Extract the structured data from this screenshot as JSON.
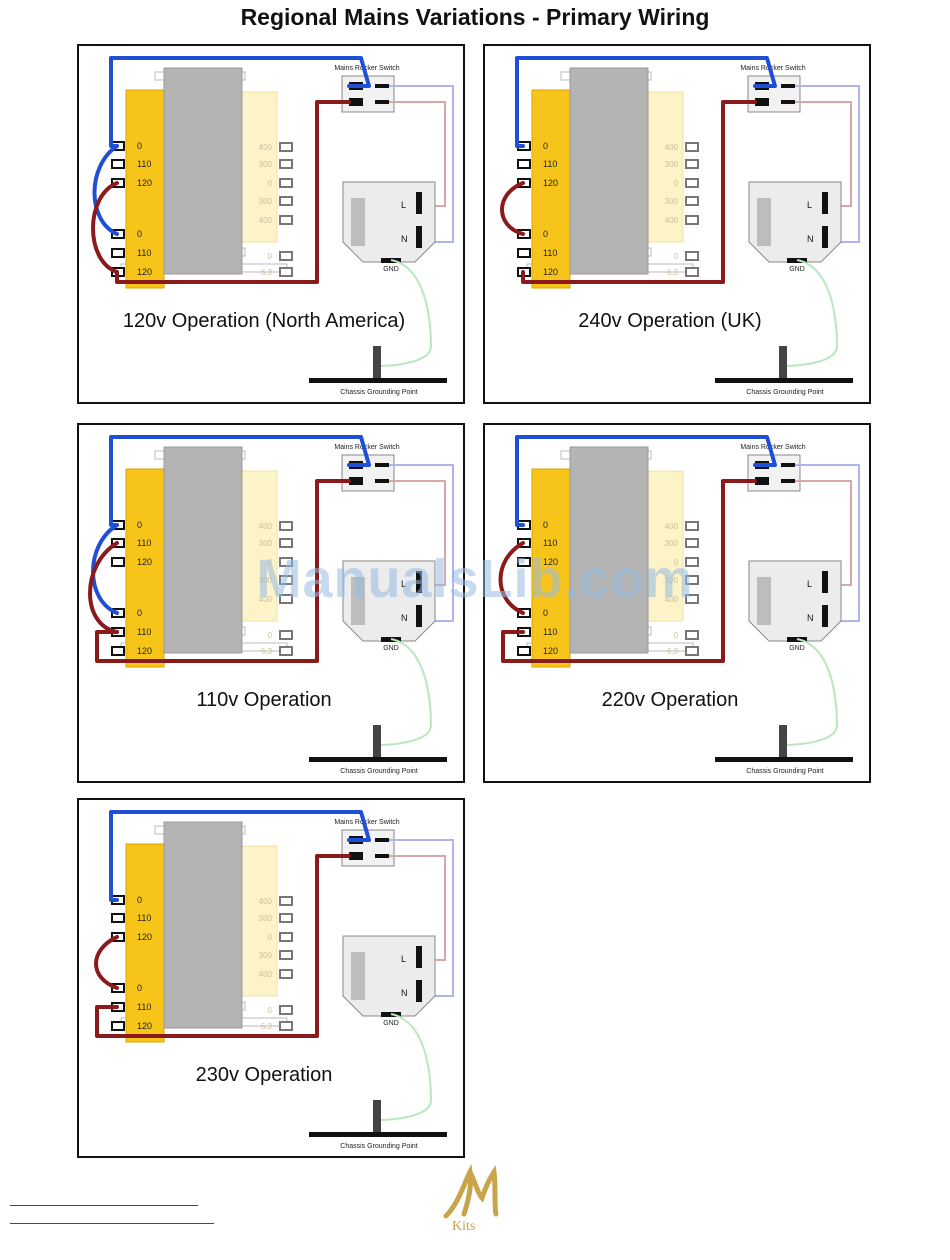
{
  "title": "Regional Mains Variations - Primary Wiring",
  "labels": {
    "switch": "Mains Rocker Switch",
    "iec": "IEC Plug",
    "live": "L",
    "neutral": "N",
    "gnd": "GND",
    "ground_point": "Chassis Grounding Point"
  },
  "primary_taps": [
    "0",
    "110",
    "120",
    "0",
    "110",
    "120"
  ],
  "secondary_taps": [
    "400",
    "300",
    "0",
    "300",
    "400",
    "0",
    "6.3"
  ],
  "wire_colors": {
    "blue": "#1f4fd6",
    "red": "#8b1a1a",
    "pink": "#d8a8a8",
    "lavender": "#b0b4ec",
    "green": "#b8e8c0"
  },
  "panels": [
    {
      "caption": "120v Operation (North America)",
      "wiring": "120"
    },
    {
      "caption": "240v Operation (UK)",
      "wiring": "240"
    },
    {
      "caption": "110v Operation",
      "wiring": "110"
    },
    {
      "caption": "220v Operation",
      "wiring": "220"
    },
    {
      "caption": "230v Operation",
      "wiring": "230"
    }
  ],
  "watermark": "ManualsLib.com",
  "logo_text": "Kits"
}
